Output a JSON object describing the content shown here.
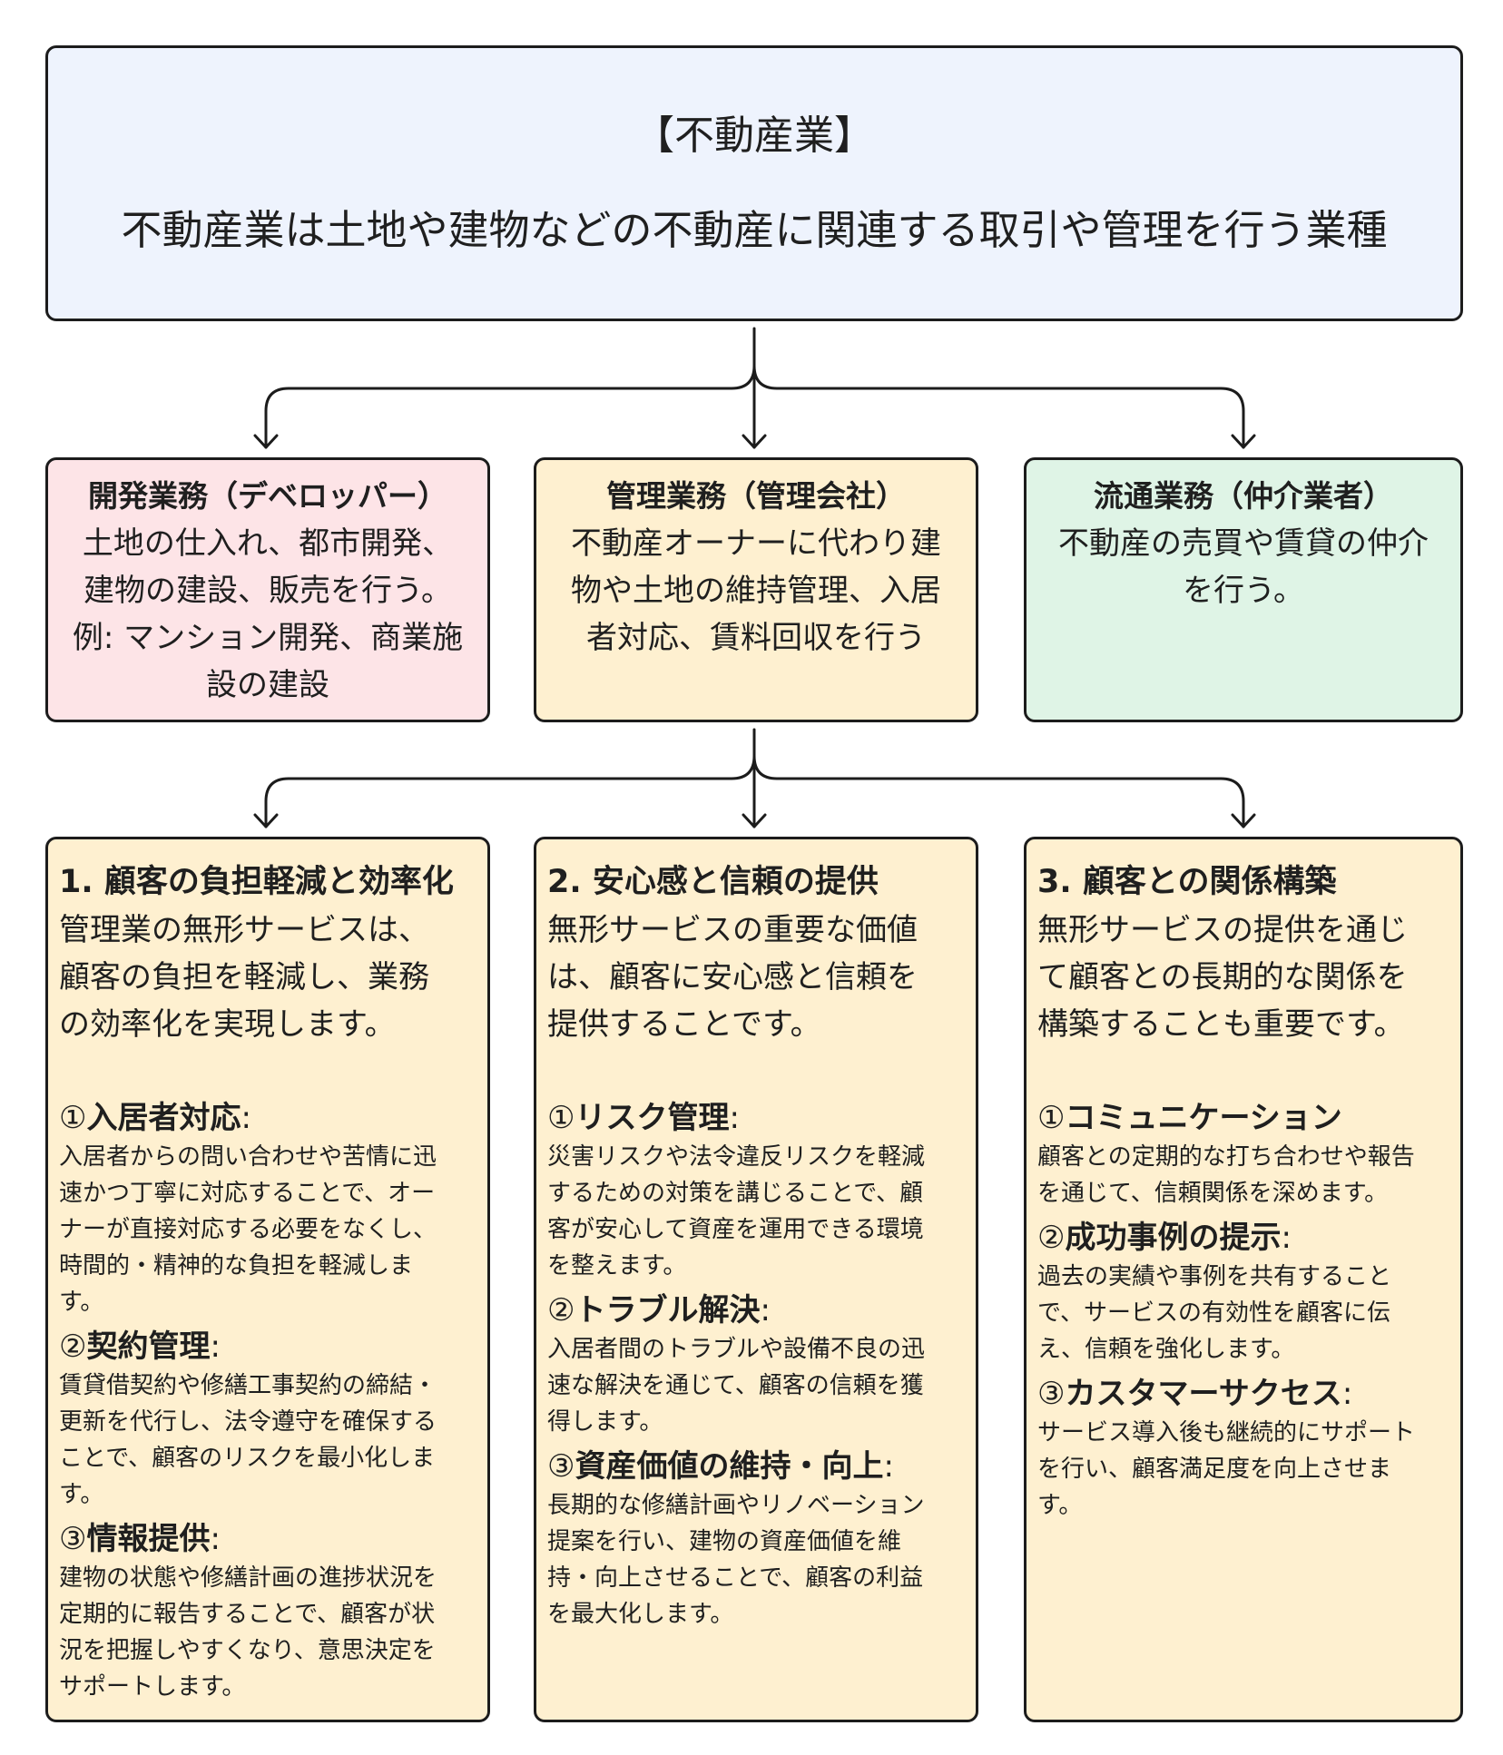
{
  "top": {
    "title": "【不動産業】",
    "description": "不動産業は土地や建物などの不動産に関連する取引や管理を行う業種"
  },
  "business": [
    {
      "title": "開発業務（デベロッパー）",
      "lines": [
        "土地の仕入れ、都市開発、",
        "建物の建設、販売を行う。",
        "例: マンション開発、商業施",
        "設の建設"
      ]
    },
    {
      "title": "管理業務（管理会社）",
      "lines": [
        "不動産オーナーに代わり建",
        "物や土地の維持管理、入居",
        "者対応、賃料回収を行う"
      ]
    },
    {
      "title": "流通業務（仲介業者）",
      "lines": [
        "不動産の売買や賃貸の仲介",
        "を行う。"
      ]
    }
  ],
  "details": [
    {
      "title": "1. 顧客の負担軽減と効率化",
      "intro": [
        "管理業の無形サービスは、",
        "顧客の負担を軽減し、業務",
        "の効率化を実現します。"
      ],
      "items": [
        {
          "num": "①",
          "label": "入居者対応",
          "colon": ":",
          "lines": [
            "入居者からの問い合わせや苦情に迅",
            "速かつ丁寧に対応することで、オー",
            "ナーが直接対応する必要をなくし、",
            "時間的・精神的な負担を軽減しま",
            "す。"
          ]
        },
        {
          "num": "②",
          "label": "契約管理",
          "colon": ":",
          "lines": [
            "賃貸借契約や修繕工事契約の締結・",
            "更新を代行し、法令遵守を確保する",
            "ことで、顧客のリスクを最小化しま",
            "す。"
          ]
        },
        {
          "num": "③",
          "label": "情報提供",
          "colon": ":",
          "lines": [
            "建物の状態や修繕計画の進捗状況を",
            "定期的に報告することで、顧客が状",
            "況を把握しやすくなり、意思決定を",
            "サポートします。"
          ]
        }
      ]
    },
    {
      "title": "2. 安心感と信頼の提供",
      "intro": [
        "無形サービスの重要な価値",
        "は、顧客に安心感と信頼を",
        "提供することです。"
      ],
      "items": [
        {
          "num": "①",
          "label": "リスク管理",
          "colon": ":",
          "lines": [
            "災害リスクや法令違反リスクを軽減",
            "するための対策を講じることで、顧",
            "客が安心して資産を運用できる環境",
            "を整えます。"
          ]
        },
        {
          "num": "②",
          "label": "トラブル解決",
          "colon": ":",
          "lines": [
            "入居者間のトラブルや設備不良の迅",
            "速な解決を通じて、顧客の信頼を獲",
            "得します。"
          ]
        },
        {
          "num": "③",
          "label": "資産価値の維持・向上",
          "colon": ":",
          "lines": [
            "長期的な修繕計画やリノベーション",
            "提案を行い、建物の資産価値を維",
            "持・向上させることで、顧客の利益",
            "を最大化します。"
          ]
        }
      ]
    },
    {
      "title": "3. 顧客との関係構築",
      "intro": [
        "無形サービスの提供を通じ",
        "て顧客との長期的な関係を",
        "構築することも重要です。"
      ],
      "items": [
        {
          "num": "①",
          "label": "コミュニケーション",
          "colon": "",
          "lines": [
            "顧客との定期的な打ち合わせや報告",
            "を通じて、信頼関係を深めます。"
          ]
        },
        {
          "num": "②",
          "label": "成功事例の提示",
          "colon": ":",
          "lines": [
            "過去の実績や事例を共有すること",
            "で、サービスの有効性を顧客に伝",
            "え、信頼を強化します。"
          ]
        },
        {
          "num": "③",
          "label": "カスタマーサクセス",
          "colon": ":",
          "lines": [
            "サービス導入後も継続的にサポート",
            "を行い、顧客満足度を向上させま",
            "す。"
          ]
        }
      ]
    }
  ]
}
